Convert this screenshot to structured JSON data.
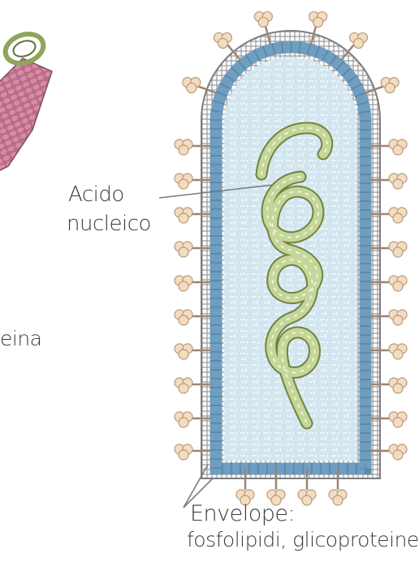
{
  "labels": {
    "nucleic_acid_line1": "Acido",
    "nucleic_acid_line2": "nucleico",
    "protein_fragment": "eina",
    "envelope_title": "Envelope:",
    "envelope_detail": "fosfolipidi, glicoproteine"
  },
  "structures": [
    "helical-capsid-virus",
    "enveloped-virus",
    "nucleic-acid-coil",
    "capsid-layer",
    "envelope-membrane",
    "glycoprotein-spikes"
  ],
  "colors": {
    "capsid_blue": "#6f9ec0",
    "interior": "#d3e6f0",
    "membrane_gray": "#8f8f92",
    "spike_head": "#f3dcc0",
    "spike_outline": "#b89a7e",
    "nucleic_acid": "#c5d69a",
    "nucleic_acid_dark": "#6f8440",
    "helix_pink": "#d98aa4",
    "helix_green": "#8ea55c",
    "text": "#3b3b3b"
  }
}
